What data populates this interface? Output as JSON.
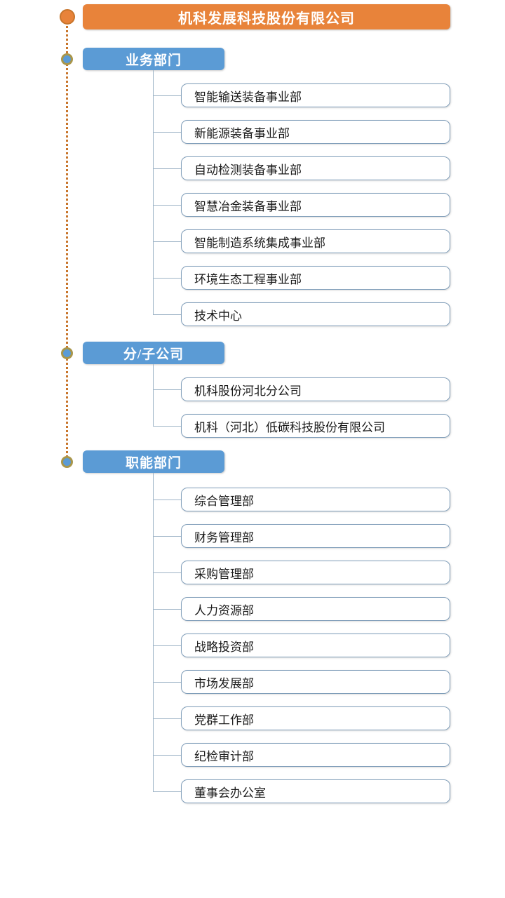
{
  "chart": {
    "type": "org-chart",
    "root": {
      "label": "机科发展科技股份有限公司",
      "color": "#E8833A",
      "text_color": "#FFFFFF"
    },
    "spine": {
      "color": "#C8752B",
      "style": "dotted",
      "node_root_color": "#E8833A",
      "node_category_color": "#5B9BD5",
      "node_category_ring_color": "#A9964B"
    },
    "connector_color": "#9DB3C6",
    "leaf_border_color": "#7F9DB9",
    "categories": [
      {
        "label": "业务部门",
        "color": "#5B9BD5",
        "items": [
          "智能输送装备事业部",
          "新能源装备事业部",
          "自动检测装备事业部",
          "智慧冶金装备事业部",
          "智能制造系统集成事业部",
          "环境生态工程事业部",
          "技术中心"
        ]
      },
      {
        "label": "分/子公司",
        "color": "#5B9BD5",
        "items": [
          "机科股份河北分公司",
          "机科（河北）低碳科技股份有限公司"
        ]
      },
      {
        "label": "职能部门",
        "color": "#5B9BD5",
        "items": [
          "综合管理部",
          "财务管理部",
          "采购管理部",
          "人力资源部",
          "战略投资部",
          "市场发展部",
          "党群工作部",
          "纪检审计部",
          "董事会办公室"
        ]
      }
    ]
  }
}
